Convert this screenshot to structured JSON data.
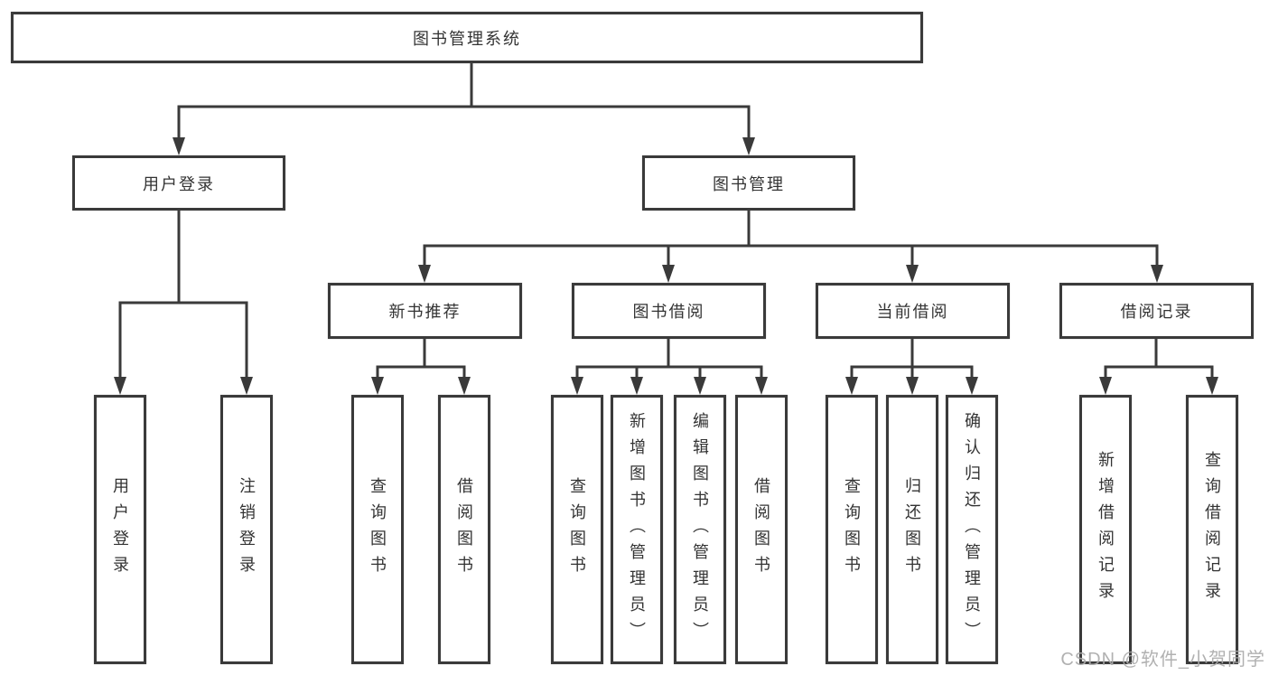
{
  "diagram": {
    "root": {
      "label": "图书管理系统"
    },
    "level2": [
      {
        "label": "用户登录"
      },
      {
        "label": "图书管理"
      }
    ],
    "level3": [
      {
        "label": "新书推荐"
      },
      {
        "label": "图书借阅"
      },
      {
        "label": "当前借阅"
      },
      {
        "label": "借阅记录"
      }
    ],
    "leaves": {
      "user_login": [
        {
          "label": "用户登录"
        },
        {
          "label": "注销登录"
        }
      ],
      "new_books": [
        {
          "label": "查询图书"
        },
        {
          "label": "借阅图书"
        }
      ],
      "book_borrow": [
        {
          "label": "查询图书"
        },
        {
          "label": "新增图书（管理员）"
        },
        {
          "label": "编辑图书（管理员）"
        },
        {
          "label": "借阅图书"
        }
      ],
      "current_borrow": [
        {
          "label": "查询图书"
        },
        {
          "label": "归还图书"
        },
        {
          "label": "确认归还（管理员）"
        }
      ],
      "borrow_records": [
        {
          "label": "新增借阅记录"
        },
        {
          "label": "查询借阅记录"
        }
      ]
    }
  },
  "watermark": {
    "text": "CSDN @软件_小贺同学"
  },
  "colors": {
    "line": "#3a3a3a",
    "box_border": "#3a3a3a",
    "box_fill": "#ffffff",
    "text": "#333333",
    "watermark": "#aaaaaa",
    "background": "#ffffff"
  }
}
